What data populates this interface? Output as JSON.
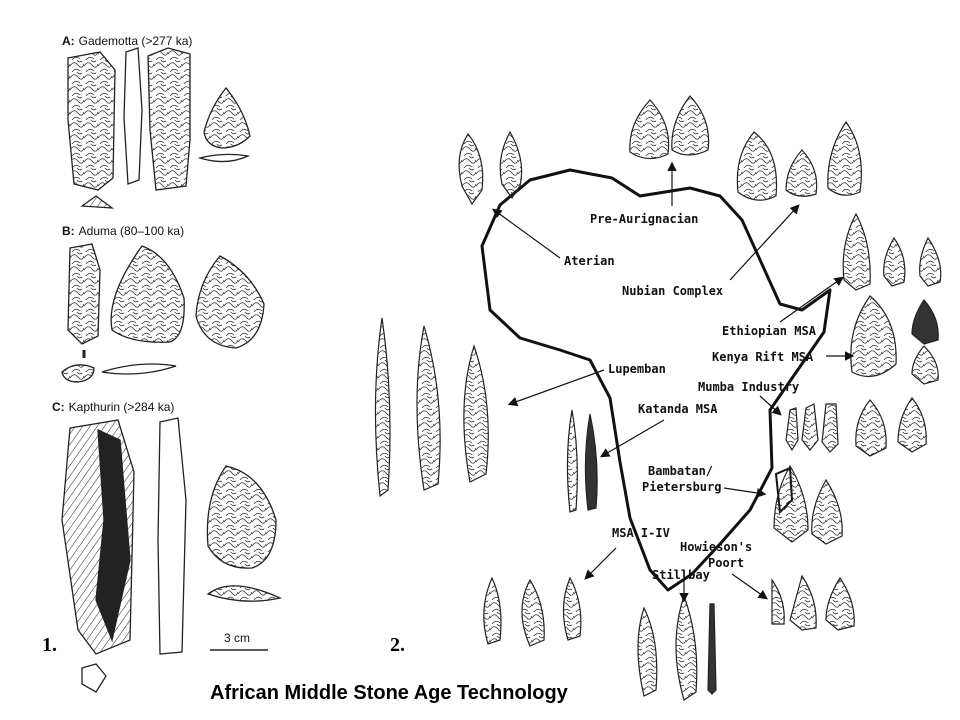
{
  "panel1": {
    "number": "1.",
    "sites": [
      {
        "letter": "A:",
        "name": "Gademotta (>277 ka)"
      },
      {
        "letter": "B:",
        "name": "Aduma (80–100 ka)"
      },
      {
        "letter": "C:",
        "name": "Kapthurin (>284 ka)"
      }
    ],
    "scale_label": "3 cm"
  },
  "panel2": {
    "number": "2.",
    "industries": [
      "Pre-Aurignacian",
      "Aterian",
      "Nubian Complex",
      "Ethiopian MSA",
      "Kenya Rift MSA",
      "Mumba Industry",
      "Lupemban",
      "Katanda MSA",
      "Bambatan/",
      "Pietersburg",
      "MSA I-IV",
      "Howieson's",
      "Poort",
      "Stillbay"
    ]
  },
  "caption": "African Middle Stone Age Technology"
}
